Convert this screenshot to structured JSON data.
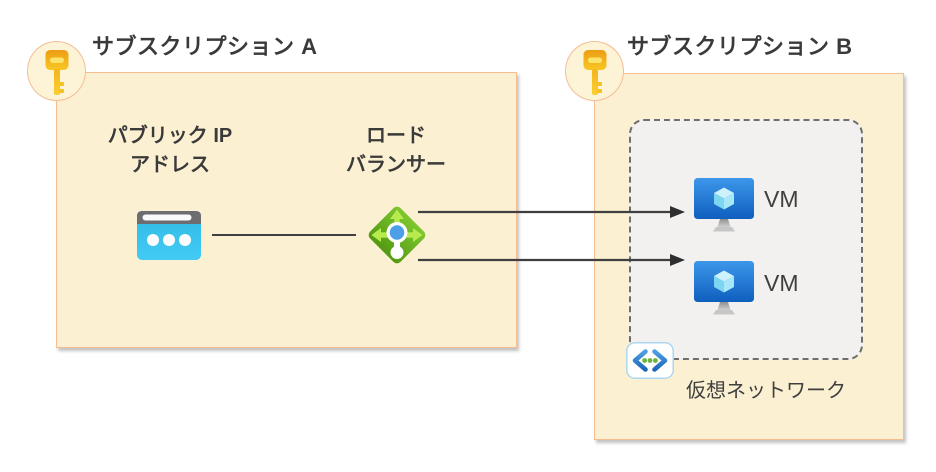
{
  "diagram_title": "Azure cross-subscription load balancer diagram",
  "subscription_a": {
    "title": "サブスクリプション A",
    "public_ip": {
      "line1": "パブリック IP",
      "line2": "アドレス"
    },
    "load_balancer": {
      "line1": "ロード",
      "line2": "バランサー"
    }
  },
  "subscription_b": {
    "title": "サブスクリプション B",
    "vms": [
      {
        "label": "VM"
      },
      {
        "label": "VM"
      }
    ],
    "virtual_network": {
      "label": "仮想ネットワーク"
    }
  },
  "connections": [
    {
      "from": "public-ip-address",
      "to": "load-balancer",
      "style": "plain-line"
    },
    {
      "from": "load-balancer",
      "to": "vm-1",
      "style": "arrow"
    },
    {
      "from": "load-balancer",
      "to": "vm-2",
      "style": "arrow"
    }
  ],
  "icons": {
    "subscription": "key-icon",
    "public_ip": "browser-window-icon",
    "load_balancer": "green-diamond-arrows-icon",
    "vm": "monitor-cube-icon",
    "virtual_network": "angle-brackets-dots-icon"
  },
  "colors": {
    "box_fill": "#fcf0d3",
    "box_border": "#f5bd92",
    "badge_fill": "#fdf4d8",
    "vnet_fill": "#f2f1ef",
    "vnet_border": "#6e6e6e",
    "text_dark": "#3a3a3a",
    "line": "#3f3f3f",
    "key_gold": "#f2ab15",
    "ip_cyan": "#35c0ea",
    "lb_green": "#69b122",
    "lb_arrow_green": "#b7ea4d",
    "lb_center_blue": "#4da0e8",
    "vm_blue": "#2280d8",
    "vnet_icon_blue": "#2b7cd3",
    "vnet_icon_green": "#6cb43e"
  }
}
